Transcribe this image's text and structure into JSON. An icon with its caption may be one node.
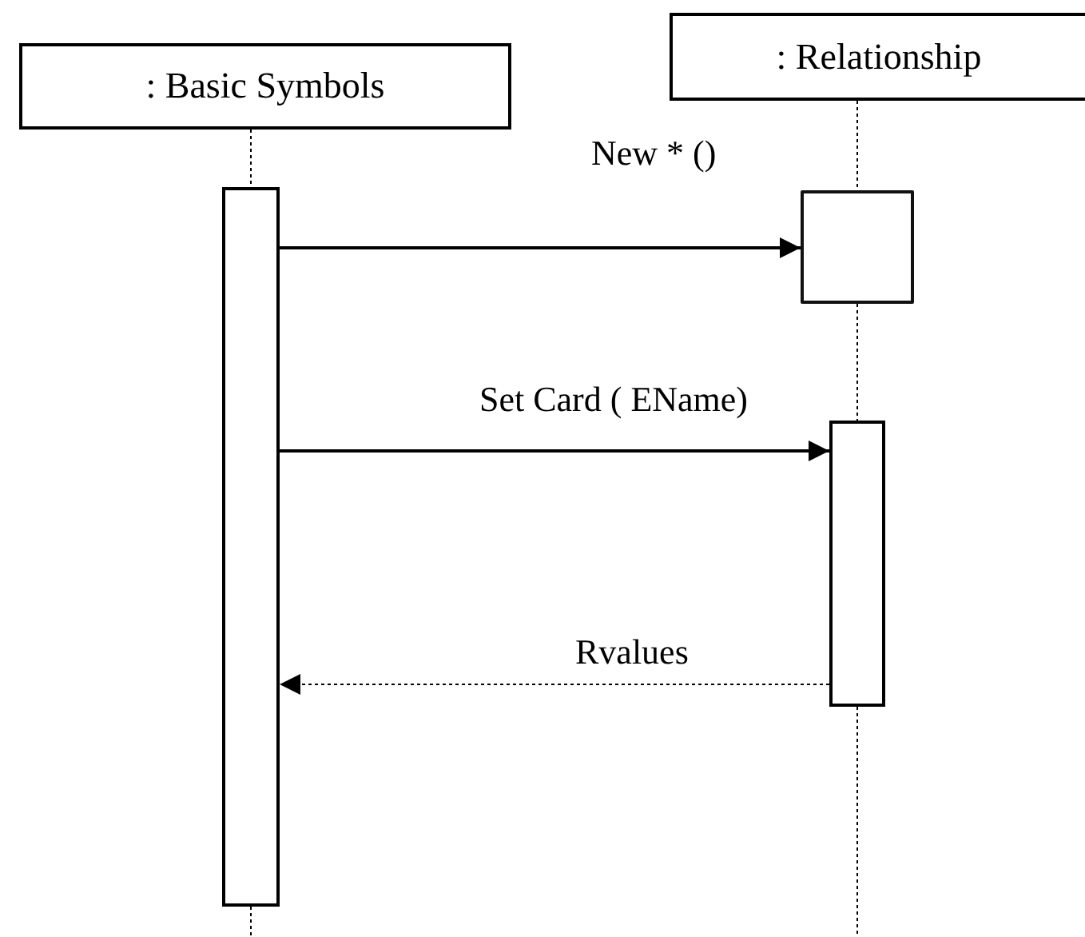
{
  "diagram": {
    "nodes": [
      {
        "text": [
          ": Basic Symbols"
        ]
      },
      {
        "text": [
          ": Relationship"
        ]
      },
      {
        "text": [],
        "shape": "bar"
      },
      {
        "text": [],
        "shape": "box"
      },
      {
        "text": [],
        "shape": "bar"
      }
    ],
    "edges": [
      {
        "from": 0,
        "to": 2,
        "arrow": "none",
        "style": "dashed"
      },
      {
        "from": 2,
        "to": null,
        "arrow": "none",
        "style": "dashed"
      },
      {
        "from": 1,
        "to": 3,
        "arrow": "none",
        "style": "dashed"
      },
      {
        "from": 3,
        "to": 4,
        "arrow": "none",
        "style": "dashed"
      },
      {
        "from": 4,
        "to": null,
        "arrow": "none",
        "style": "dashed"
      },
      {
        "from": 2,
        "to": 3,
        "arrow": "to",
        "label": "New * ()"
      },
      {
        "from": 2,
        "to": 4,
        "arrow": "to",
        "label": "Set Card ( EName)"
      },
      {
        "from": 4,
        "to": 2,
        "arrow": "to",
        "label": "Rvalues",
        "style": "dashed"
      }
    ]
  }
}
